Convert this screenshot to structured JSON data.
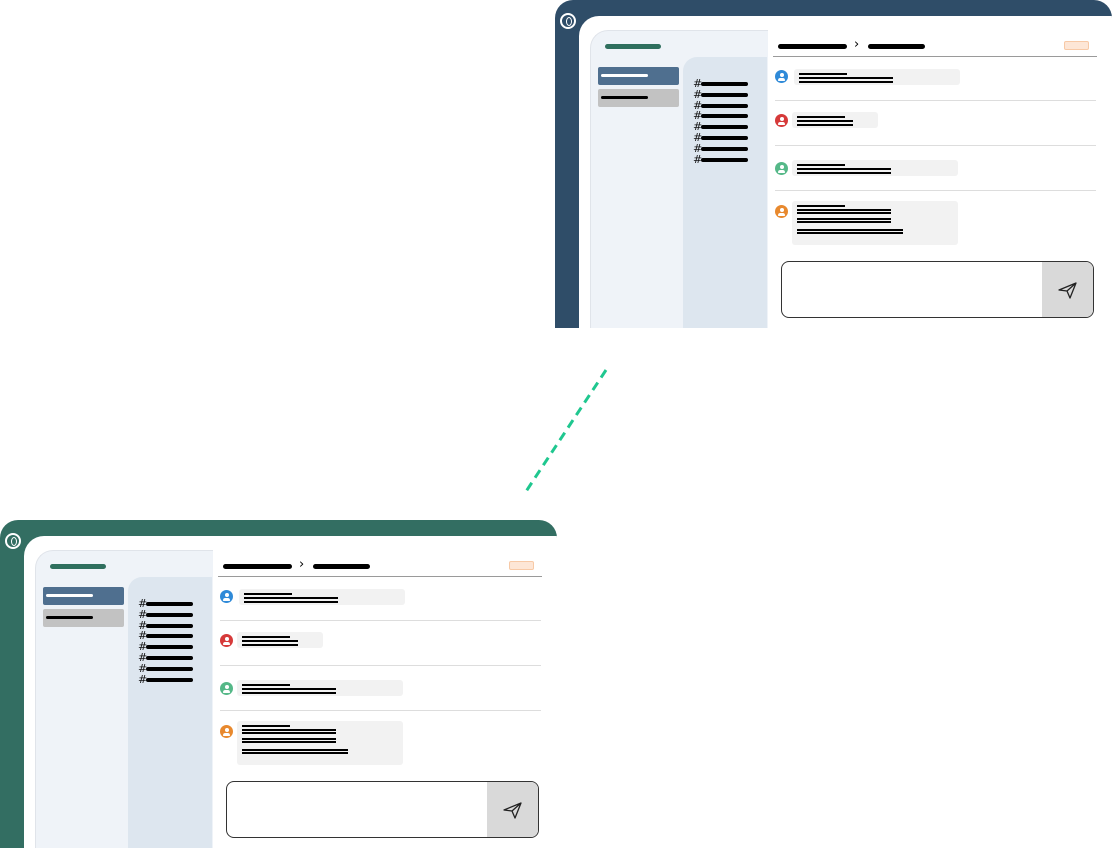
{
  "colors": {
    "top_window_frame": "#2f4d68",
    "bottom_window_frame": "#336e62",
    "brand_bar": "#2f6f5e",
    "connector": "#1fc78f"
  },
  "windows": [
    {
      "id": "top",
      "frame_color": "#2f4d68"
    },
    {
      "id": "bottom",
      "frame_color": "#336e62"
    }
  ],
  "channel_prefix": "#",
  "channel_count": 8,
  "breadcrumb_separator": "›",
  "messages": [
    {
      "avatar_color": "#2f8ad8",
      "icon": "user-icon"
    },
    {
      "avatar_color": "#d63a3a",
      "icon": "user-icon"
    },
    {
      "avatar_color": "#55b888",
      "icon": "user-icon"
    },
    {
      "avatar_color": "#e8892e",
      "icon": "user-icon"
    }
  ],
  "send_icon": "paper-plane-icon"
}
